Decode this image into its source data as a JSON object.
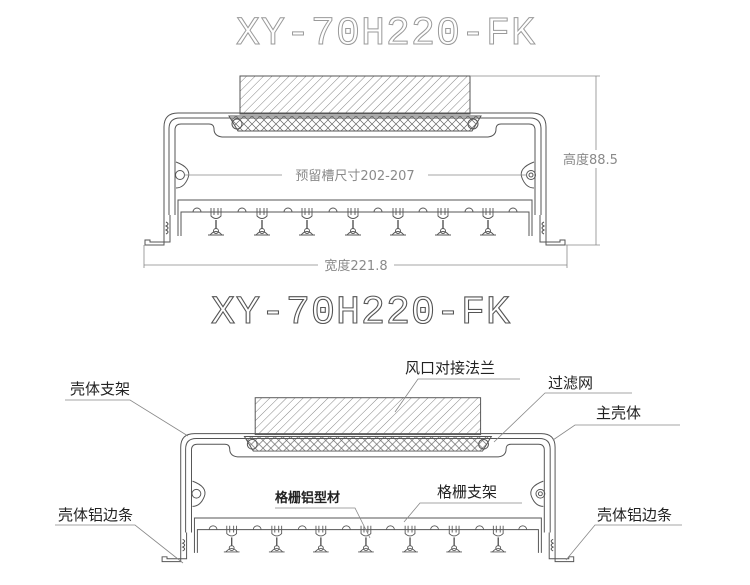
{
  "top_drawing": {
    "title": "XY-70H220-FK",
    "slot_dimension": "预留槽尺寸202-207",
    "height_dimension": "高度88.5",
    "width_dimension": "宽度221.8"
  },
  "bottom_drawing": {
    "title": "XY-70H220-FK",
    "labels": {
      "flange": "风口对接法兰",
      "filter": "过滤网",
      "main_shell": "主壳体",
      "shell_bracket": "壳体支架",
      "edge_strip_left": "壳体铝边条",
      "edge_strip_right": "壳体铝边条",
      "grille_profile": "格栅铝型材",
      "grille_bracket": "格栅支架"
    }
  },
  "colors": {
    "line": "#555555",
    "dimension": "#8a8a8a"
  }
}
